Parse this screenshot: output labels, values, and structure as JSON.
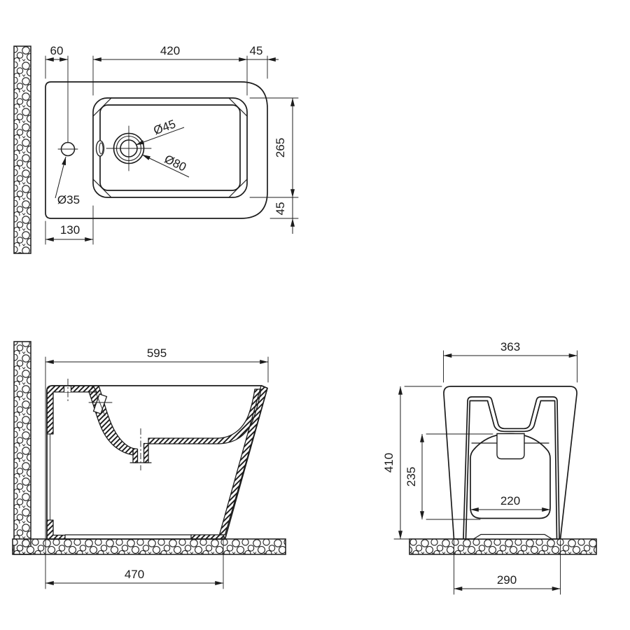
{
  "colors": {
    "ink": "#1c1c1c",
    "paper": "#ffffff"
  },
  "top_view": {
    "dim_60": "60",
    "dim_420": "420",
    "dim_45_top": "45",
    "dim_265": "265",
    "dim_45_right": "45",
    "dim_130": "130",
    "dia_drain_inner": "Ø45",
    "dia_drain_outer": "Ø80",
    "dia_tap_hole": "Ø35"
  },
  "side_view": {
    "dim_595": "595",
    "dim_470": "470"
  },
  "rear_view": {
    "dim_363": "363",
    "dim_410": "410",
    "dim_235": "235",
    "dim_220": "220",
    "dim_290": "290"
  }
}
